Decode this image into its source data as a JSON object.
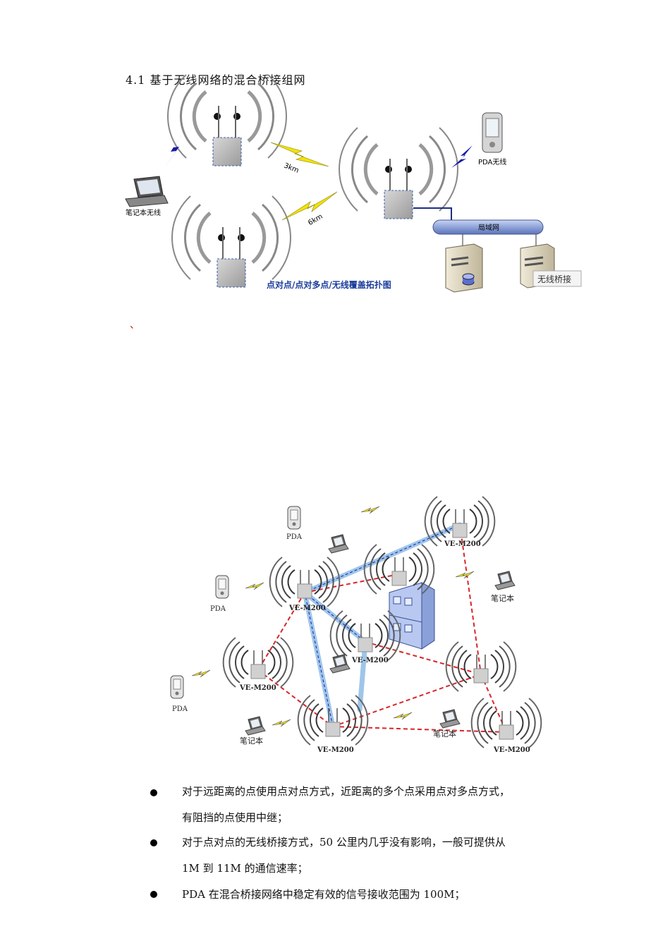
{
  "section": {
    "heading": "4.1  基于无线网络的混合桥接组网",
    "stray_mark": "、"
  },
  "diagram1": {
    "link_labels": [
      "3km",
      "6km"
    ],
    "laptop_label": "笔记本无线",
    "pda_label": "PDA无线",
    "lan_label": "局域网",
    "bridge_label": "无线桥接",
    "caption": "点对点/点对多点/无线覆盖拓扑图"
  },
  "diagram2": {
    "ap_label": "VE-M200",
    "pda_label": "PDA",
    "laptop_label": "笔记本"
  },
  "bullets": [
    {
      "line1": "  对于远距离的点使用点对点方式，近距离的多个点采用点对多点方式，",
      "line2": "有阻挡的点使用中继；"
    },
    {
      "line1": "对于点对点的无线桥接方式，50 公里内几乎没有影响，一般可提供从",
      "line2": "1M 到 11M 的通信速率；"
    },
    {
      "line1": "PDA 在混合桥接网络中稳定有效的信号接收范围为 100M；",
      "line2": ""
    }
  ],
  "colors": {
    "lightning_yellow": "#f2e20a",
    "lightning_blue": "#1a1aa8",
    "backbone_blue": "#9ec6ea",
    "mesh_red": "#d8262a",
    "caption_blue": "#1a3c9a"
  }
}
